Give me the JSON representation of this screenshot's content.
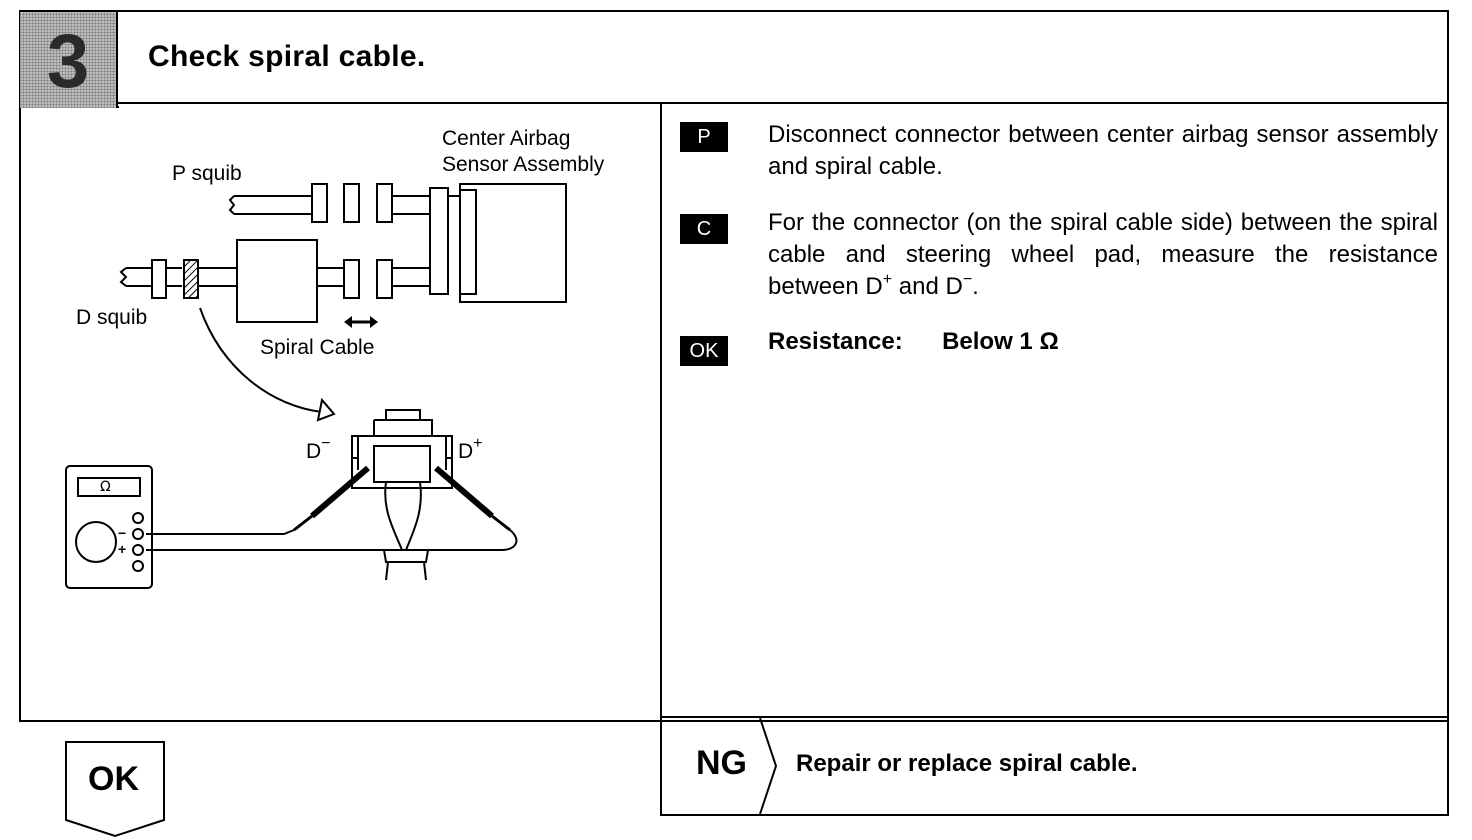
{
  "header": {
    "step_number": "3",
    "title": "Check spiral cable."
  },
  "diagram": {
    "label_center_airbag": "Center Airbag",
    "label_sensor_assembly": "Sensor Assembly",
    "label_p_squib": "P squib",
    "label_d_squib": "D squib",
    "label_spiral_cable": "Spiral Cable",
    "label_d_minus": "D",
    "label_d_plus": "D",
    "meter_symbol": "Ω",
    "meter_minus": "−",
    "meter_plus": "+"
  },
  "instructions": [
    {
      "badge": "P",
      "text": "Disconnect connector between center airbag sensor assembly and spiral cable."
    },
    {
      "badge": "C",
      "text_before": "For the connector (on the spiral cable side) between the spiral cable and steering wheel pad, measure the resistance between D",
      "sup1": "+",
      "text_mid": " and D",
      "sup2": "−",
      "text_after": "."
    },
    {
      "badge": "OK",
      "label": "Resistance:",
      "value": "Below 1 Ω"
    }
  ],
  "result_ng": {
    "label": "NG",
    "text": "Repair or replace spiral cable."
  },
  "result_ok": {
    "label": "OK"
  }
}
